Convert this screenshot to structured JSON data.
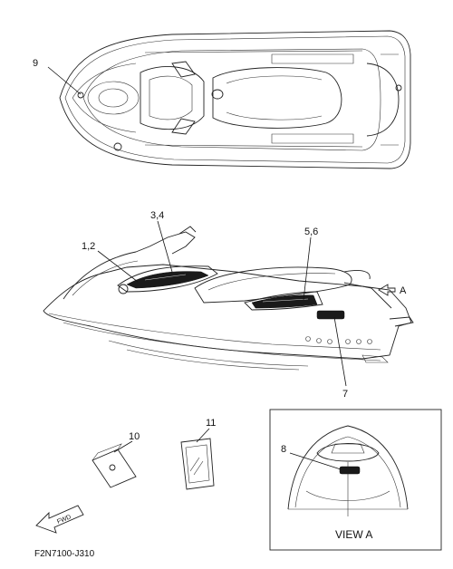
{
  "callouts": {
    "c9": "9",
    "c34": "3,4",
    "c12": "1,2",
    "c56": "5,6",
    "cA": "A",
    "c7": "7",
    "c10": "10",
    "c11": "11",
    "c8": "8"
  },
  "view_box_caption": "VIEW A",
  "fwd_label": "FWD",
  "drawing_code": "F2N7100-J310"
}
